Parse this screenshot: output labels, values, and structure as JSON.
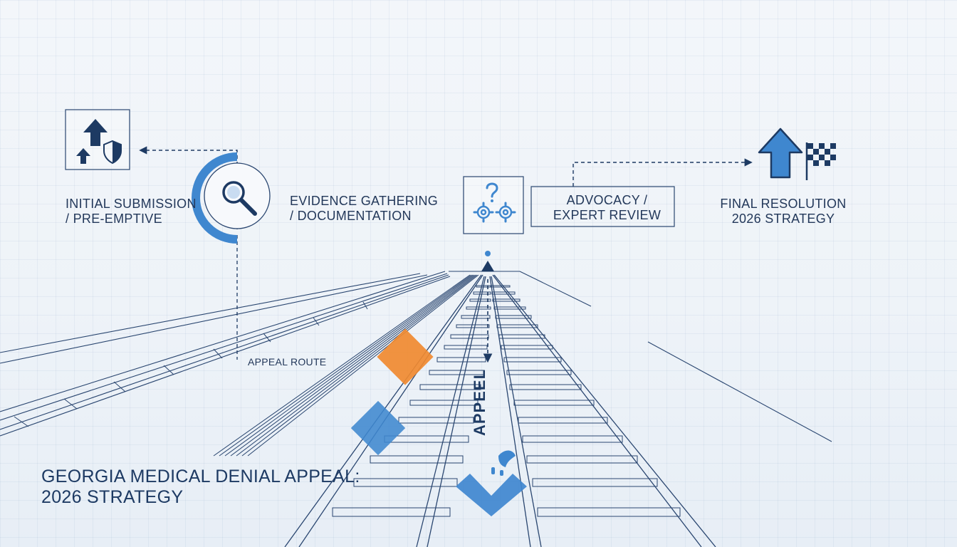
{
  "title": {
    "line1": "GEORGIA MEDICAL DENIAL APPEAL:",
    "line2": "2026 STRATEGY"
  },
  "stages": [
    {
      "label": "INITIAL SUBMISSION\n/ PRE-EMPTIVE",
      "icon": "up-arrows-shield-icon"
    },
    {
      "label": "EVIDENCE GATHERING\n/ DOCUMENTATION",
      "icon": "magnifier-icon"
    },
    {
      "label": "ADVOCACY /\nEXPERT REVIEW",
      "icon": "gears-question-icon"
    },
    {
      "label": "FINAL RESOLUTION\n2026 STRATEGY",
      "icon": "arrow-flag-icon"
    }
  ],
  "route_label": "APPEAL ROUTE",
  "track_word": "APPEEL",
  "colors": {
    "navy": "#1d3a63",
    "accent_blue": "#3f87cf",
    "accent_orange": "#f08a30",
    "line": "#2a4670"
  }
}
